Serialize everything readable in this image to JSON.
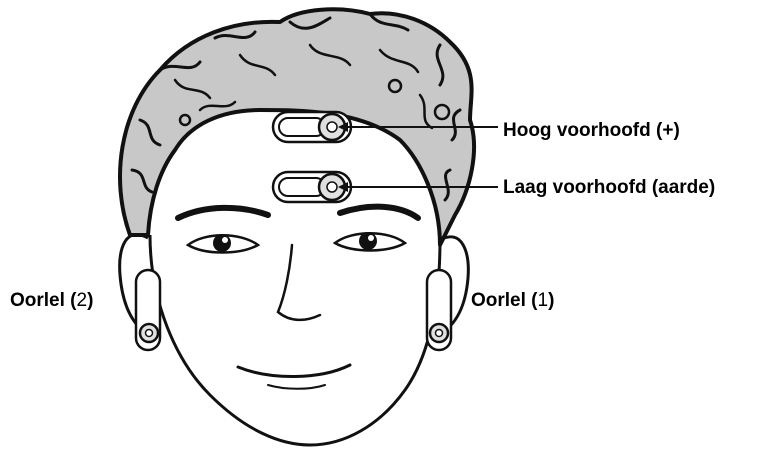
{
  "labels": {
    "high_forehead": "Hoog voorhoofd (+)",
    "low_forehead": "Laag voorhoofd (aarde)",
    "earlobe_left": {
      "text": "Oorlel (",
      "num": "2",
      "close": ")"
    },
    "earlobe_right": {
      "text": "Oorlel (",
      "num": "1",
      "close": ")"
    }
  },
  "colors": {
    "outline": "#111111",
    "hair_fill": "#c8c8c8",
    "skin": "#ffffff"
  },
  "icons": [
    "face-illustration",
    "electrode-icon",
    "ear-clip-icon"
  ]
}
